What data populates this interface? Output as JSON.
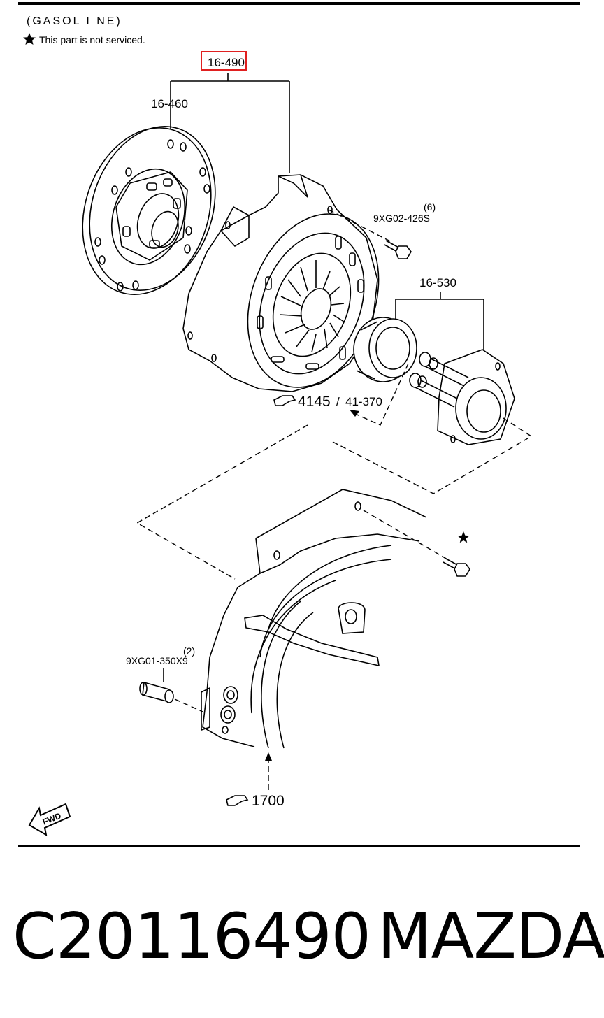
{
  "header": {
    "section": "(GASOL I NE)",
    "star_note": "This part is not serviced."
  },
  "callouts": {
    "highlighted": "16-490",
    "clutch_disc": "16-460",
    "bolt_qty": "(6)",
    "bolt_part": "9XG02-426S",
    "release_assy": "16-530",
    "ref_main": "4145",
    "ref_slash": "/",
    "ref_sub": "41-370",
    "dowel_qty": "(2)",
    "dowel_part": "9XG01-350X9",
    "ref_housing": "1700",
    "fwd": "FWD"
  },
  "icons": [
    "star-icon",
    "pointing-hand-icon",
    "fwd-arrow-icon"
  ],
  "colors": {
    "highlight_box": "#e02020"
  },
  "footer": {
    "part_code": "C20116490",
    "brand": "MAZDA"
  }
}
